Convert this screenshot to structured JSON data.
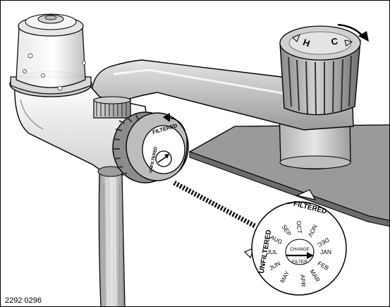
{
  "figure_number": "2292 0296",
  "knob_labels": {
    "hot": "H",
    "cold": "C"
  },
  "valve_labels": {
    "filtered": "FILTERED",
    "unfiltered": "UNFILTERED"
  },
  "dial": {
    "filtered": "FILTERED",
    "unfiltered": "UNFILTERED",
    "change_line1": "CHANGE",
    "change_line2": "FILTER",
    "months": [
      {
        "label": "JAN"
      },
      {
        "label": "FEB"
      },
      {
        "label": "MAR"
      },
      {
        "label": "APR"
      },
      {
        "label": "MAY"
      },
      {
        "label": "JUN"
      },
      {
        "label": "JUL"
      },
      {
        "label": "AUG"
      },
      {
        "label": "SEP"
      },
      {
        "label": "OCT"
      },
      {
        "label": "NOV"
      },
      {
        "label": "DEC"
      }
    ]
  }
}
